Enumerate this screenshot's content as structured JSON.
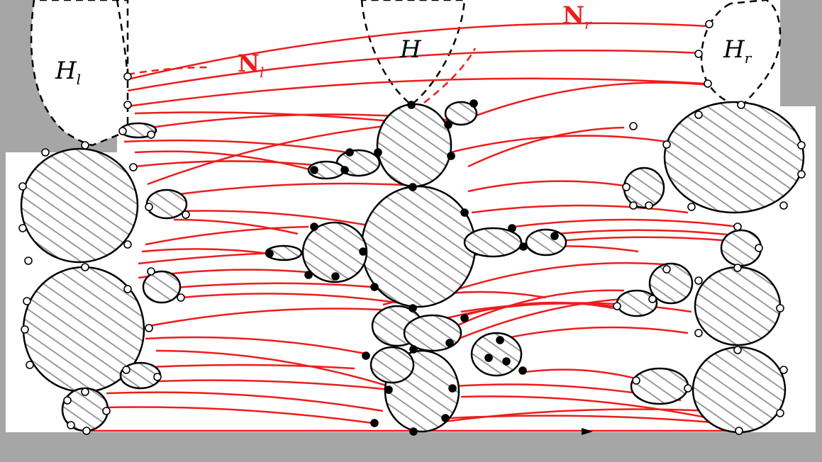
{
  "labels": {
    "h_left": "H",
    "h_left_sub": "l",
    "h_center": "H",
    "h_right": "H",
    "h_right_sub": "r",
    "n_left": "N",
    "n_left_sub": "l",
    "n_right": "N",
    "n_right_sub": "r"
  },
  "colors": {
    "background": "#a6a6a6",
    "region": "#ffffff",
    "curves": "#ee1c1c",
    "outline": "#000000",
    "hatch": "#9a9a9a"
  }
}
